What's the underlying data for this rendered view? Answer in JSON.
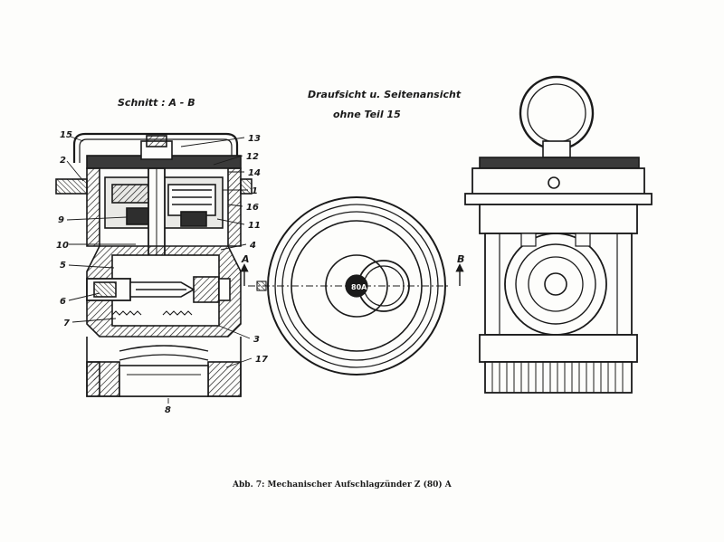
{
  "titles": {
    "section": "Schnitt : A - B",
    "top_view_line1": "Draufsicht u. Seitenansicht",
    "top_view_line2": "ohne Teil 15"
  },
  "caption": "Abb. 7: Mechanischer Aufschlagzünder Z (80) A",
  "part_labels": {
    "p1": "1",
    "p2": "2",
    "p3": "3",
    "p4": "4",
    "p5": "5",
    "p6": "6",
    "p7": "7",
    "p8": "8",
    "p9": "9",
    "p10": "10",
    "p11": "11",
    "p12": "12",
    "p13": "13",
    "p14": "14",
    "p15": "15",
    "p16": "16",
    "p17": "17"
  },
  "markers": {
    "a": "A",
    "b": "B",
    "stamp": "80A"
  }
}
